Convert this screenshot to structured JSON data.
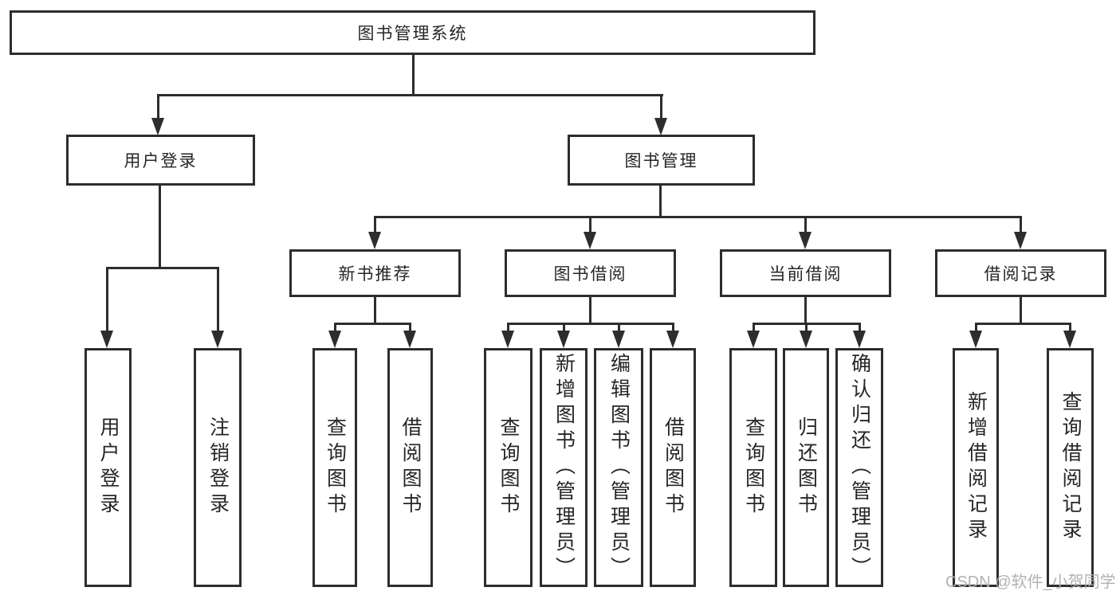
{
  "diagram": {
    "title": "图书管理系统",
    "root": {
      "label": "图书管理系统"
    },
    "user_login": {
      "label": "用户登录",
      "children": [
        {
          "label": "用户登录"
        },
        {
          "label": "注销登录"
        }
      ]
    },
    "book_mgmt": {
      "label": "图书管理",
      "children": [
        {
          "label": "新书推荐",
          "children": [
            {
              "label": "查询图书"
            },
            {
              "label": "借阅图书"
            }
          ]
        },
        {
          "label": "图书借阅",
          "children": [
            {
              "label": "查询图书"
            },
            {
              "label": "新增图书（管理员）"
            },
            {
              "label": "编辑图书（管理员）"
            },
            {
              "label": "借阅图书"
            }
          ]
        },
        {
          "label": "当前借阅",
          "children": [
            {
              "label": "查询图书"
            },
            {
              "label": "归还图书"
            },
            {
              "label": "确认归还（管理员）"
            }
          ]
        },
        {
          "label": "借阅记录",
          "children": [
            {
              "label": "新增借阅记录"
            },
            {
              "label": "查询借阅记录"
            }
          ]
        }
      ]
    }
  },
  "watermark": {
    "text": "CSDN @软件_小贺同学"
  },
  "colors": {
    "line": "#2d2d2d",
    "text": "#262626",
    "background": "#ffffff",
    "watermark": "#acaeb2"
  }
}
